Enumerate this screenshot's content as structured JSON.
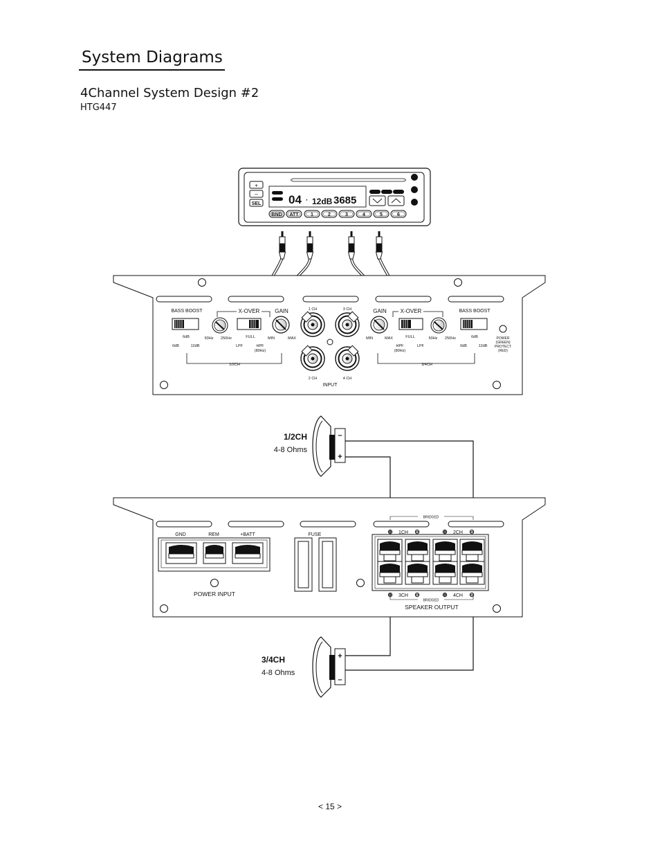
{
  "page": {
    "title": "System Diagrams",
    "subtitle": "4Channel System Design #2",
    "model": "HTG447",
    "page_number": "< 15 >"
  },
  "head_unit": {
    "display_track": "04",
    "display_level": "12dB",
    "display_freq": "3685",
    "plus_label": "+",
    "minus_label": "–",
    "sel_label": "SEL",
    "buttons": [
      "BND",
      "ATT",
      "1",
      "2",
      "3",
      "4",
      "5",
      "6"
    ]
  },
  "amp_top": {
    "left_section": {
      "bass_boost": "BASS BOOST",
      "bb_ticks": [
        "6dB",
        "0dB",
        "12dB"
      ],
      "xover": "X-OVER",
      "freq_ticks": [
        "50Hz",
        "250Hz"
      ],
      "full": "FULL",
      "lpf": "LPF",
      "hpf": "HPF",
      "hpf_freq": "(80Hz)",
      "gain": "GAIN",
      "min": "MIN",
      "max": "MAX",
      "bracket": "1/2CH"
    },
    "right_section": {
      "bass_boost": "BASS BOOST",
      "bb_ticks": [
        "6dB",
        "0dB",
        "12dB"
      ],
      "xover": "X-OVER",
      "freq_ticks": [
        "50Hz",
        "250Hz"
      ],
      "full": "FULL",
      "lpf": "LPF",
      "hpf": "HPF",
      "hpf_freq": "(80Hz)",
      "gain": "GAIN",
      "min": "MIN",
      "max": "MAX",
      "bracket": "3/4CH"
    },
    "inputs": {
      "ch1": "1 CH",
      "ch2": "2 CH",
      "ch3": "3 CH",
      "ch4": "4 CH",
      "label": "INPUT"
    },
    "led": [
      "POWER",
      "(GREEN)",
      "PROTECT",
      "(RED)"
    ]
  },
  "amp_bottom": {
    "gnd": "GND",
    "rem": "REM",
    "batt": "+BATT",
    "fuse": "FUSE",
    "power_input": "POWER INPUT",
    "bridged": "BRIDGED",
    "ch1": "1CH",
    "ch2": "2CH",
    "ch3": "3CH",
    "ch4": "4CH",
    "speaker_output": "SPEAKER OUTPUT"
  },
  "speakers": [
    {
      "channel": "1/2CH",
      "impedance": "4-8 Ohms",
      "minus": "–",
      "plus": "+"
    },
    {
      "channel": "3/4CH",
      "impedance": "4-8 Ohms",
      "plus": "+",
      "minus": "–"
    }
  ]
}
